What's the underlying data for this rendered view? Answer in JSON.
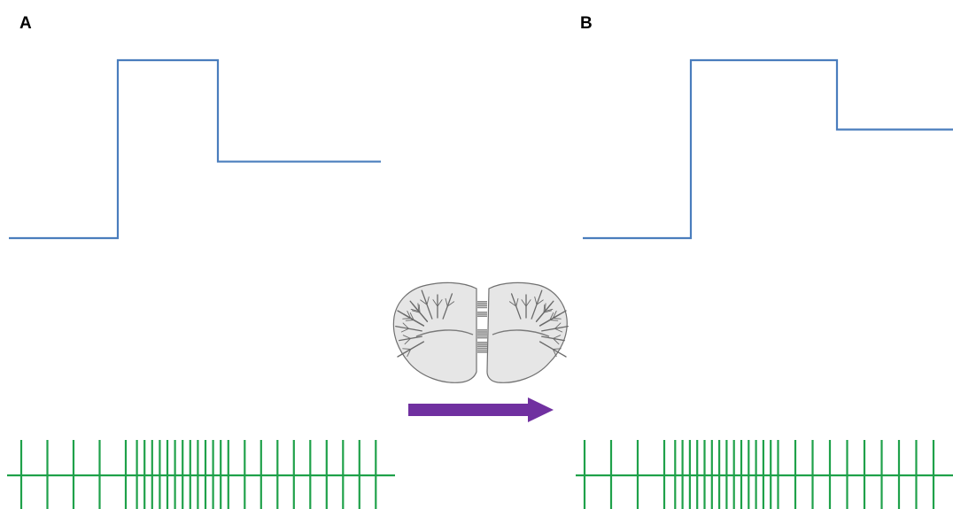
{
  "panels": [
    {
      "label": "A",
      "step_signal": {
        "baseline": 0,
        "pulse": 1,
        "after": 0.43
      },
      "spike_train": {
        "spike_count": 27
      }
    },
    {
      "label": "B",
      "step_signal": {
        "baseline": 0,
        "pulse": 1,
        "after": 0.61
      },
      "spike_train": {
        "spike_count": 28
      }
    }
  ],
  "center": {
    "image": "cerebellum-cross-section",
    "arrow": "right-arrow"
  },
  "colors": {
    "step_line": "#4a7dbd",
    "spike_train": "#1fa14a",
    "arrow": "#7030a0",
    "cerebellum_fill": "#e6e6e6",
    "cerebellum_stroke": "#707070"
  }
}
